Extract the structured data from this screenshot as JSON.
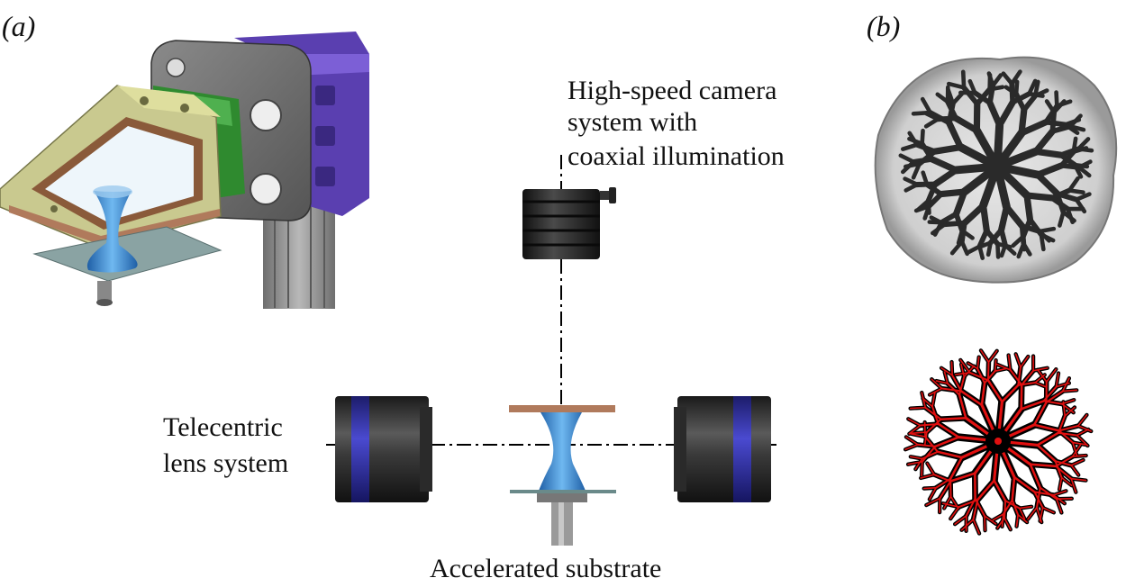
{
  "figure": {
    "panel_a_label": "(a)",
    "panel_b_label": "(b)",
    "camera_label": {
      "line1": "High-speed camera",
      "line2": "system with",
      "line3": "coaxial illumination"
    },
    "telecentric_label": {
      "line1": "Telecentric",
      "line2": "lens system"
    },
    "substrate_label": "Accelerated substrate"
  },
  "colors": {
    "lens_body": "#2b2b2b",
    "lens_ring": "#3a3aa8",
    "liquid_blue": "#3a8fd6",
    "plate_copper": "#b07a5c",
    "frame_olive": "#c9c98f",
    "mount_green": "#2f8a2f",
    "rail_purple": "#5a3fb0",
    "pattern_red": "#e01010",
    "pattern_dark": "#2a2a2a"
  }
}
